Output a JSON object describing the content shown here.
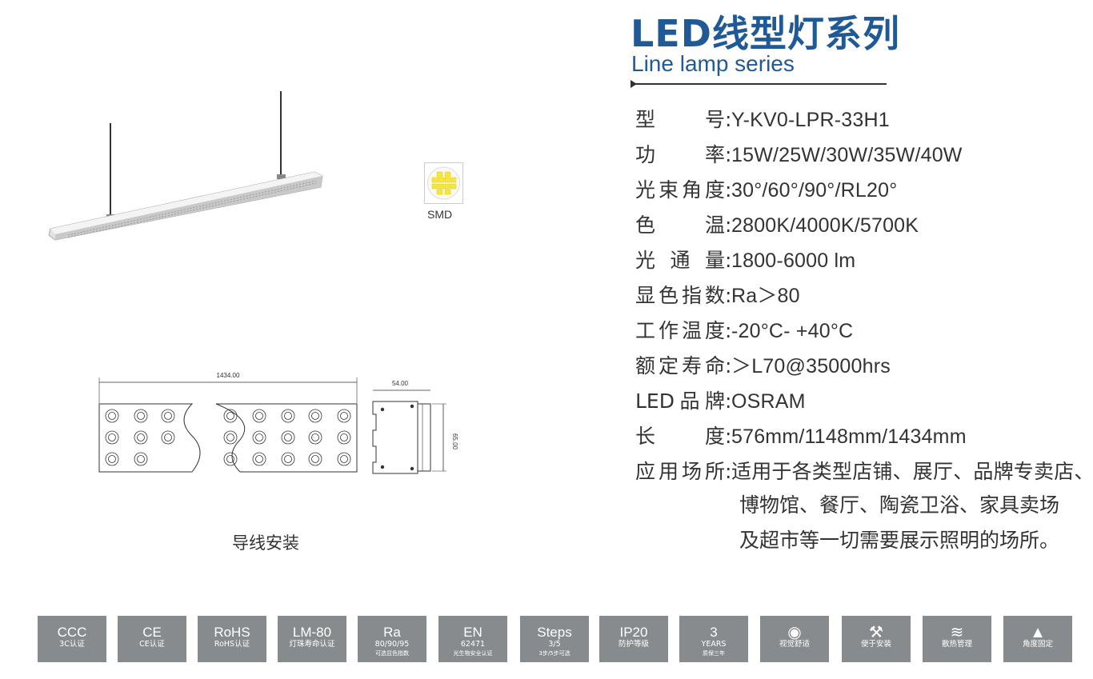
{
  "header": {
    "title": "LED线型灯系列",
    "subtitle": "Line lamp series"
  },
  "specs": [
    {
      "label": "型号",
      "value": "Y-KV0-LPR-33H1"
    },
    {
      "label": "功率",
      "value": "15W/25W/30W/35W/40W"
    },
    {
      "label": "光束角度",
      "value": "30°/60°/90°/RL20°"
    },
    {
      "label": "色温",
      "value": "2800K/4000K/5700K"
    },
    {
      "label": "光通量",
      "value": "1800-6000 lm"
    },
    {
      "label": "显色指数",
      "value": "Ra＞80"
    },
    {
      "label": "工作温度",
      "value": "-20°C- +40°C"
    },
    {
      "label": "额定寿命",
      "value": "＞L70@35000hrs"
    },
    {
      "label": "LED品牌",
      "value": "OSRAM"
    },
    {
      "label": "长度",
      "value": "576mm/1148mm/1434mm"
    },
    {
      "label": "应用场所",
      "value": "适用于各类型店铺、展厅、品牌专卖店、"
    }
  ],
  "application_continued": [
    "博物馆、餐厅、陶瓷卫浴、家具卖场",
    "及超市等一切需要展示照明的场所。"
  ],
  "smd_label": "SMD",
  "drawing": {
    "length_dim": "1434.00",
    "width_dim": "54.00",
    "height_dim": "65.00",
    "caption": "导线安装"
  },
  "badges": [
    {
      "big": "CCC",
      "small": "3C认证",
      "icon": "ccc-icon"
    },
    {
      "big": "CE",
      "small": "CE认证",
      "icon": "ce-mark-icon"
    },
    {
      "big": "RoHS",
      "small": "RoHS认证",
      "icon": "rohs-check-icon"
    },
    {
      "big": "LM-80",
      "small": "灯珠寿命认证",
      "icon": "lm80-icon"
    },
    {
      "big": "Ra",
      "mid": "80/90/95",
      "small": "可选显色指数",
      "icon": "ra-icon"
    },
    {
      "big": "EN",
      "mid": "62471",
      "small": "光生物安全认证",
      "icon": "en-icon"
    },
    {
      "big": "Steps",
      "mid": "3/5",
      "small": "3步/5步可选",
      "icon": "steps-icon"
    },
    {
      "big": "IP20",
      "small": "防护等级",
      "icon": "ip20-icon"
    },
    {
      "big": "3",
      "mid": "YEARS",
      "small": "质保三年",
      "icon": "warranty-icon"
    },
    {
      "big": "",
      "small": "视觉舒适",
      "icon": "eye-icon"
    },
    {
      "big": "",
      "small": "便于安装",
      "icon": "install-icon"
    },
    {
      "big": "",
      "small": "散热管理",
      "icon": "heat-icon"
    },
    {
      "big": "",
      "small": "角度固定",
      "icon": "angle-icon"
    }
  ],
  "colors": {
    "title_blue": "#1f5a96",
    "badge_gray": "#888b8e",
    "chip_yellow": "#f5e642"
  }
}
